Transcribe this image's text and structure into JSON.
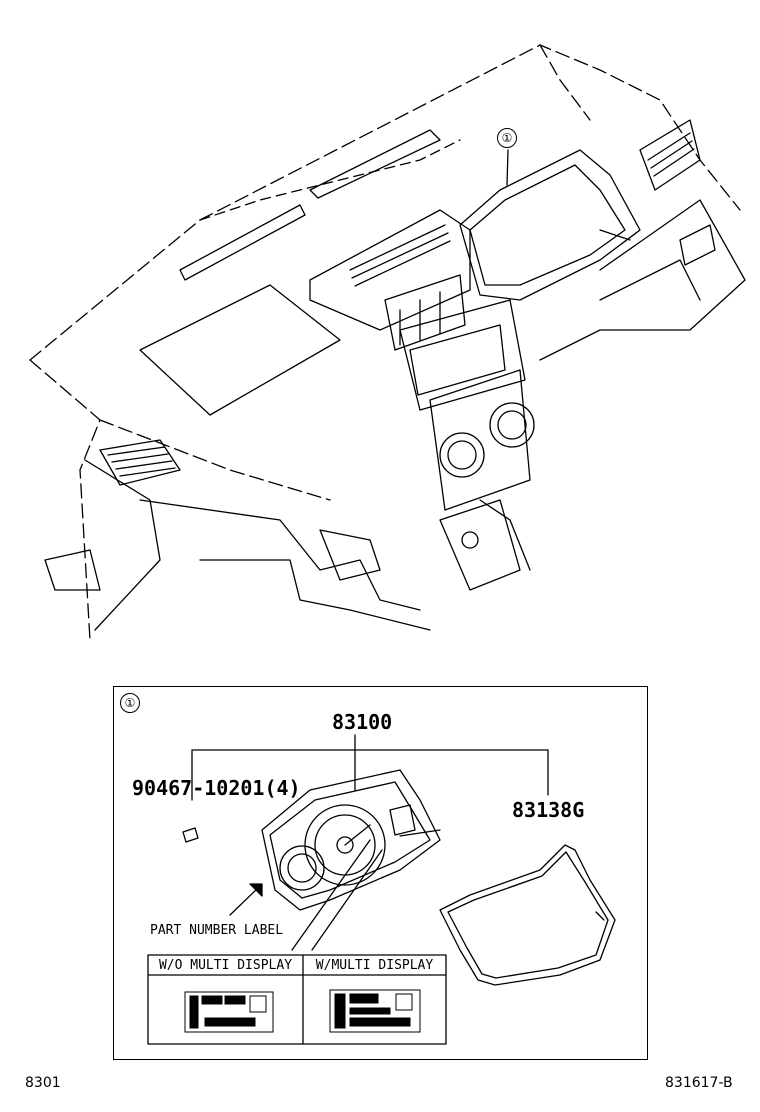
{
  "callout_main": "①",
  "detail_box": {
    "marker": "①",
    "assembly_part": "83100",
    "screw_part": "90467-10201(4)",
    "lens_part": "83138G",
    "label_caption": "PART NUMBER LABEL",
    "table": {
      "col1_header": "W/O MULTI DISPLAY",
      "col2_header": "W/MULTI DISPLAY"
    }
  },
  "footer": {
    "left_code": "8301",
    "right_code": "831617-B"
  }
}
